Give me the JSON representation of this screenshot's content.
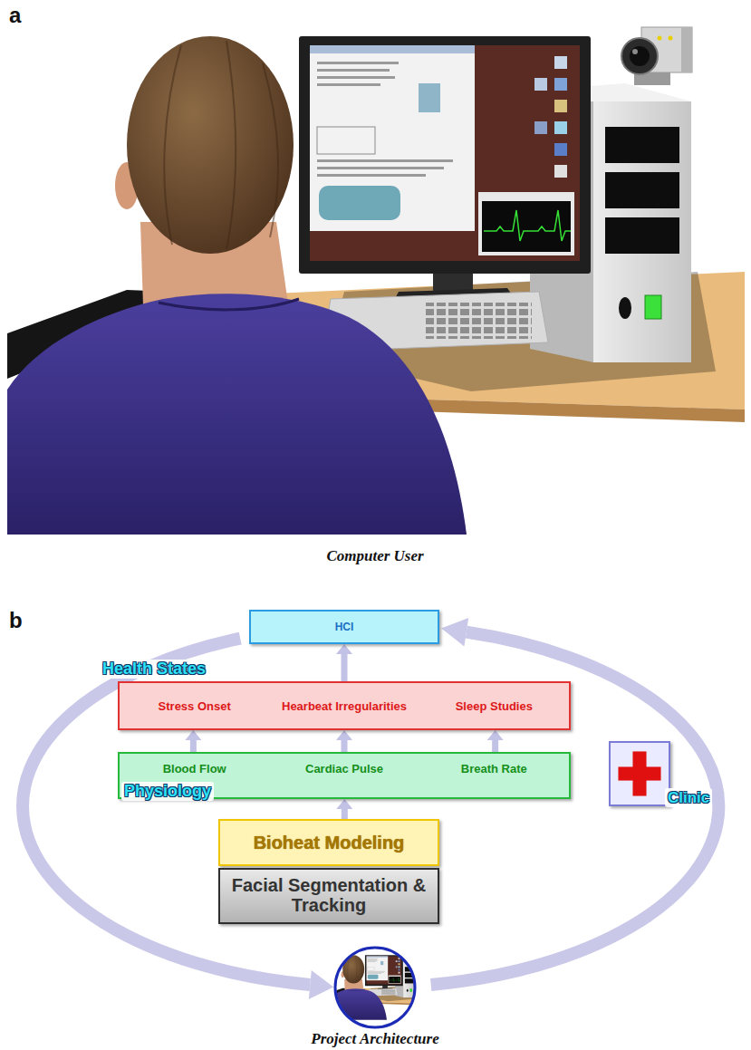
{
  "diagram": {
    "nodes": [
      {
        "text": [
          "HCI"
        ]
      },
      {
        "text": [
          "Health States",
          "Stress Onset",
          "Hearbeat Irregularities",
          "Sleep Studies"
        ]
      },
      {
        "text": [
          "Physiology",
          "Blood Flow",
          "Cardiac Pulse",
          "Breath Rate"
        ]
      },
      {
        "text": [
          "Bioheat Modeling"
        ]
      },
      {
        "text": [
          "Facial Segmentation & Tracking"
        ]
      },
      {
        "text": [
          "Clinic"
        ]
      }
    ],
    "edges": [
      {
        "from": 2,
        "to": 1,
        "arrow": "to"
      },
      {
        "from": 2,
        "to": 1,
        "arrow": "to"
      },
      {
        "from": 2,
        "to": 1,
        "arrow": "to"
      },
      {
        "from": 1,
        "to": 0,
        "arrow": "to"
      },
      {
        "from": 3,
        "to": 2,
        "arrow": "to"
      }
    ],
    "labels": [
      "a",
      "Computer User",
      "b",
      "Project Architecture"
    ]
  }
}
